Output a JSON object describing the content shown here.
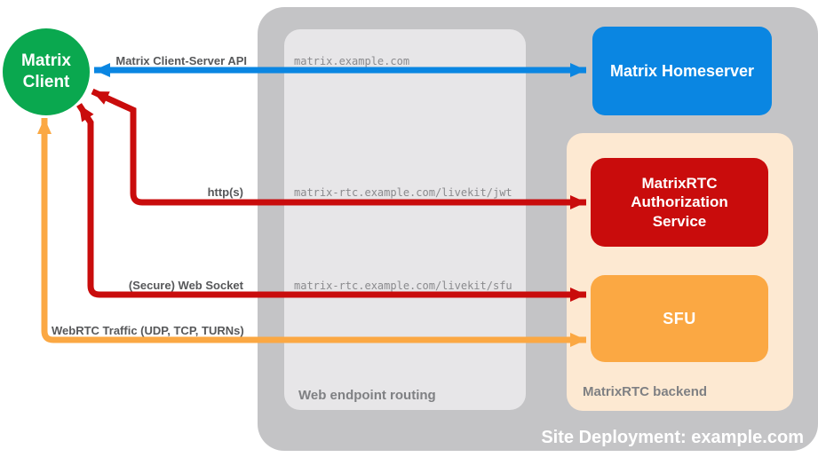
{
  "colors": {
    "page_bg": "#ffffff",
    "green": "#0aa84f",
    "blue": "#0a86e2",
    "red": "#c90c0c",
    "orange": "#fba843",
    "peach": "#fde9d2",
    "container_gray": "#c4c4c6",
    "panel_gray": "#e7e6e8",
    "label_dark": "#57585a",
    "label_mid": "#7f8083",
    "label_light": "#8a8a8d"
  },
  "client": {
    "line1": "Matrix",
    "line2": "Client"
  },
  "nodes": {
    "homeserver": {
      "label": "Matrix Homeserver"
    },
    "auth": {
      "label": "MatrixRTC Authorization Service"
    },
    "sfu": {
      "label": "SFU"
    }
  },
  "containers": {
    "site": {
      "label": "Site Deployment: example.com"
    },
    "routing": {
      "label": "Web endpoint routing"
    },
    "backend": {
      "label": "MatrixRTC backend"
    }
  },
  "edges": [
    {
      "from": "matrix-client",
      "to": "matrix-homeserver",
      "label": "Matrix Client-Server API",
      "route": "matrix.example.com",
      "color": "blue",
      "bidirectional": true
    },
    {
      "from": "matrix-client",
      "to": "matrixrtc-authorization-service",
      "label": "http(s)",
      "route": "matrix-rtc.example.com/livekit/jwt",
      "color": "red",
      "bidirectional": true
    },
    {
      "from": "matrix-client",
      "to": "sfu",
      "label": "(Secure) Web Socket",
      "route": "matrix-rtc.example.com/livekit/sfu",
      "color": "red",
      "bidirectional": true
    },
    {
      "from": "matrix-client",
      "to": "sfu",
      "label": "WebRTC Traffic (UDP, TCP, TURNs)",
      "route": "",
      "color": "orange",
      "bidirectional": true
    }
  ]
}
